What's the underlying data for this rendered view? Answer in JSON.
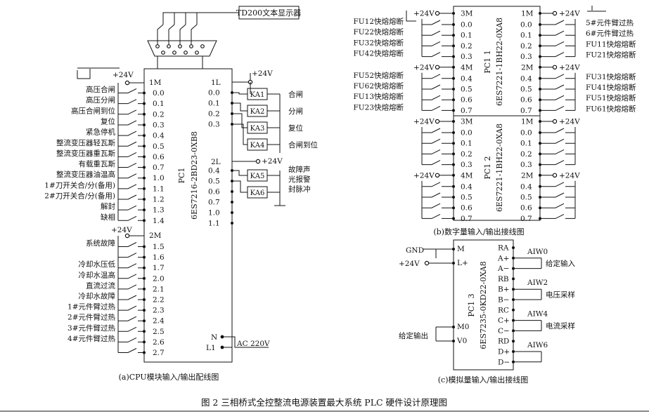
{
  "cpu": {
    "display_label": "TD200文本显示器",
    "module_label": "PC1",
    "model": "6ES7216-2BD23-0XB8",
    "group1_common": "1M",
    "group2_common": "2M",
    "supply_left_1": "+24V",
    "supply_left_2": "+24V",
    "inputs_group1": [
      {
        "addr": "0.0",
        "desc": "高压合闸"
      },
      {
        "addr": "0.1",
        "desc": "高压分闸"
      },
      {
        "addr": "0.2",
        "desc": "高压合闸到位"
      },
      {
        "addr": "0.3",
        "desc": "复位"
      },
      {
        "addr": "0.4",
        "desc": "紧急停机"
      },
      {
        "addr": "0.5",
        "desc": "整流变压器轻瓦斯"
      },
      {
        "addr": "0.6",
        "desc": "整流变压器重瓦斯"
      },
      {
        "addr": "0.7",
        "desc": "有载重瓦斯"
      },
      {
        "addr": "1.0",
        "desc": "整流变压器油温高"
      },
      {
        "addr": "1.1",
        "desc": "1#刀开关合/分(备用)"
      },
      {
        "addr": "1.2",
        "desc": "2#刀开关合/分(备用)"
      },
      {
        "addr": "1.3",
        "desc": "解封"
      },
      {
        "addr": "1.4",
        "desc": "缺相"
      }
    ],
    "inputs_group2": [
      {
        "addr": "1.5",
        "desc": "系统故障"
      },
      {
        "addr": "1.6",
        "desc": ""
      },
      {
        "addr": "1.7",
        "desc": "冷却水压低"
      },
      {
        "addr": "2.0",
        "desc": "冷却水温高"
      },
      {
        "addr": "2.1",
        "desc": "直流过流"
      },
      {
        "addr": "2.2",
        "desc": "冷却水故障"
      },
      {
        "addr": "2.3",
        "desc": "1#元件臂过热"
      },
      {
        "addr": "2.4",
        "desc": "2#元件臂过热"
      },
      {
        "addr": "2.5",
        "desc": "3#元件臂过热"
      },
      {
        "addr": "2.6",
        "desc": "4#元件臂过热"
      },
      {
        "addr": "2.7",
        "desc": ""
      }
    ],
    "out_common1": "1L",
    "out_common2": "2L",
    "out_supply1": "+24V",
    "out_supply2": "+24V",
    "outputs1": [
      {
        "addr": "0.0",
        "relay": "KA1",
        "desc": "合闸"
      },
      {
        "addr": "0.1",
        "relay": "KA2",
        "desc": "分闸"
      },
      {
        "addr": "0.2",
        "relay": "KA3",
        "desc": "复位"
      },
      {
        "addr": "0.3",
        "relay": "KA4",
        "desc": "合闸到位"
      }
    ],
    "outputs2": [
      {
        "addr": "0.4",
        "relay": "KA5",
        "desc": "故障声"
      },
      {
        "addr": "0.5",
        "relay": "KA6",
        "desc": "光报警"
      },
      {
        "addr": "0.6",
        "relay": "",
        "desc": "封脉冲"
      },
      {
        "addr": "0.7",
        "relay": "",
        "desc": ""
      },
      {
        "addr": "1.0",
        "relay": "",
        "desc": ""
      },
      {
        "addr": "1.1",
        "relay": "",
        "desc": ""
      }
    ],
    "power_n": "N",
    "power_l": "L1",
    "power_label": "AC 220V",
    "caption": "(a)CPU模块输入/输出配线图"
  },
  "dig1": {
    "module_label": "PC1 1",
    "model": "6ES7221-1BH22-0XA8",
    "left_common_a": "3M",
    "left_common_b": "4M",
    "right_common_a": "1M",
    "right_common_b": "2M",
    "left_labels_a": [
      "FU12快熔熔断",
      "FU22快熔熔断",
      "FU32快熔熔断",
      "FU42快熔熔断"
    ],
    "left_labels_b": [
      "FU52快熔熔断",
      "FU62快熔熔断",
      "FU13快熔熔断",
      "FU23快熔熔断"
    ],
    "right_labels_a": [
      "5#元件臂过热",
      "6#元件臂过热",
      "FU11快熔熔断",
      "FU21快熔熔断"
    ],
    "right_labels_b": [
      "FU31快熔熔断",
      "FU41快熔熔断",
      "FU51快熔熔断",
      "FU61快熔熔断"
    ],
    "addr_a": [
      "0.0",
      "0.1",
      "0.2",
      "0.3"
    ],
    "addr_b": [
      "0.4",
      "0.5",
      "0.6",
      "0.7"
    ],
    "supply": "+24V"
  },
  "dig2": {
    "module_label": "PC1 2",
    "model": "6ES7221-1BH22-0XA8",
    "left_common_a": "3M",
    "left_common_b": "4M",
    "right_common_a": "1M",
    "right_common_b": "2M",
    "addr_a": [
      "0.0",
      "0.1",
      "0.2",
      "0.3"
    ],
    "addr_b": [
      "0.4",
      "0.5",
      "0.6",
      "0.7"
    ],
    "supply": "+24V",
    "caption": "(b)数字量输入/输出接线图"
  },
  "ana": {
    "module_label": "PC1 3",
    "model": "6ES7235-0KD22-0XA8",
    "gnd": "GND",
    "supply": "+24V",
    "pin_m": "M",
    "pin_l": "L+",
    "pin_m0": "M0",
    "pin_v0": "V0",
    "out_label": "给定输出",
    "right_pins": [
      "RA",
      "A+",
      "A−",
      "RB",
      "B+",
      "B−",
      "RC",
      "C+",
      "C−",
      "RD",
      "D+",
      "D−"
    ],
    "aiw": [
      "AIW0",
      "AIW2",
      "AIW4",
      "AIW6"
    ],
    "signals": [
      "给定输入",
      "电压采样",
      "电流采样"
    ],
    "caption": "(c)模拟量输入/输出接线图"
  },
  "figure_caption": "图 2  三相桥式全控整流电源装置最大系统 PLC 硬件设计原理图"
}
